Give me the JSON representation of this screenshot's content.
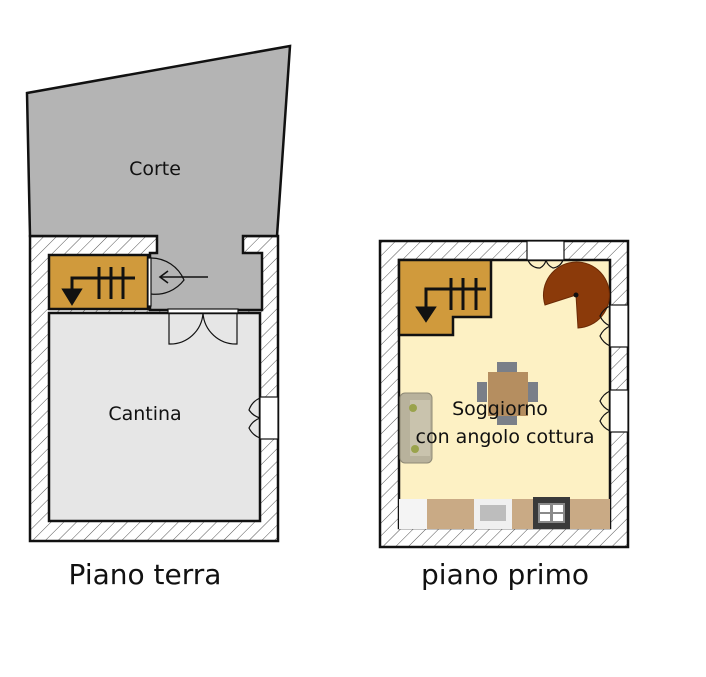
{
  "plans": [
    {
      "title": "Piano terra",
      "rooms": [
        "Corte",
        "Cantina"
      ]
    },
    {
      "title": "piano primo",
      "rooms": [
        "Soggiorno",
        "con angolo cottura"
      ]
    }
  ],
  "colors": {
    "courtyard": "#b4b4b4",
    "cellar": "#e6e6e6",
    "living": "#fdf1c4",
    "stairs": "#d09a3c",
    "spiral": "#8b3a0a",
    "wall_line": "#111111"
  }
}
